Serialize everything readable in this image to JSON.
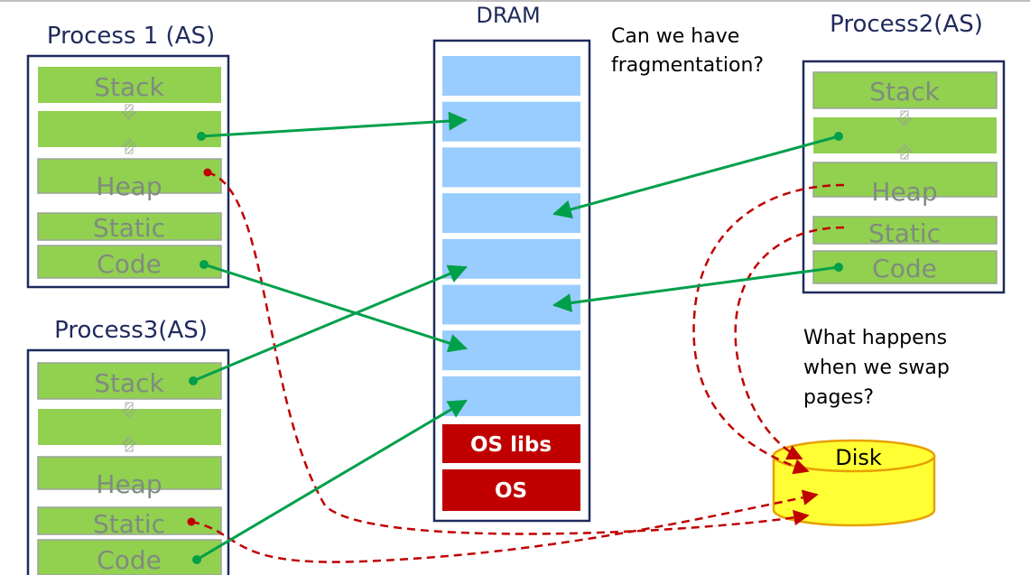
{
  "colors": {
    "frame": "#1f2a5c",
    "segment": "#92d050",
    "segment_text": "#7f8c7f",
    "page": "#99ccff",
    "os": "#c00000",
    "os_text": "#ffffff",
    "mapping": "#00a04a",
    "swap": "#c00000",
    "disk": "#ffff33",
    "disk_outline": "#e8a000"
  },
  "process1": {
    "title": "Process 1 (AS)",
    "segments": {
      "stack": "Stack",
      "heap": "Heap",
      "static": "Static",
      "code": "Code"
    }
  },
  "process2": {
    "title": "Process2(AS)",
    "segments": {
      "stack": "Stack",
      "heap": "Heap",
      "static": "Static",
      "code": "Code"
    }
  },
  "process3": {
    "title": "Process3(AS)",
    "segments": {
      "stack": "Stack",
      "heap": "Heap",
      "static": "Static",
      "code": "Code"
    }
  },
  "dram": {
    "title": "DRAM",
    "os_libs": "OS libs",
    "os": "OS"
  },
  "disk": {
    "label": "Disk"
  },
  "notes": {
    "fragmentation": [
      "Can we have",
      "fragmentation?"
    ],
    "swap": [
      "What happens",
      "when we swap",
      "pages?"
    ]
  }
}
